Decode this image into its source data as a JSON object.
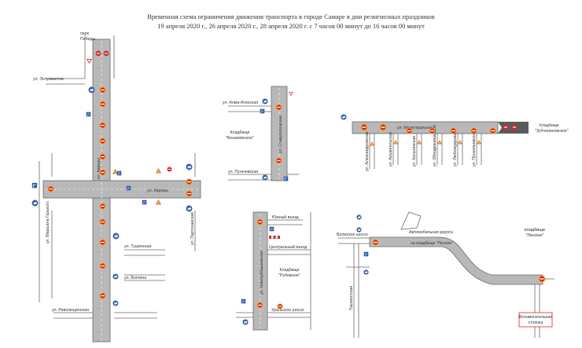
{
  "title": {
    "line1": "Временная схема ограничения движения транспорта в городе Самаре в дни религиозных праздников",
    "line2": "19 апреля 2020 г., 26 апреля 2020 г., 28 апреля 2020 г. с 7 часов 00 минут до 16 часов 00 минут"
  },
  "map1": {
    "park": "парк",
    "park2": "Победы",
    "entuziastov": "ул. Энтузиастов",
    "avrory_v": "ул. Авроры",
    "avrory_h": "ул. Авроры",
    "gorkogo": "ул. Маршала Горького",
    "partizanskaya": "ул. Партизанская",
    "tushinskaya": "ул. Тушинская",
    "volgina": "ул. Волгина",
    "revolyutsionnaya": "ул. Революционная"
  },
  "map2": {
    "alma_ata": "ул. Алма-Атинская",
    "stavropolskaya": "ул. Ставропольская",
    "cemetery_a": "Кладбище",
    "cemetery_b": "\"Безымянское\"",
    "pugacheva": "ул. Пугачевская"
  },
  "map3": {
    "magistralnaya": "ул. Магистральная",
    "cemetery_a": "Кладбище",
    "cemetery_b": "\"Зубчаниновское\"",
    "s1": "ул. Александровская",
    "s2": "ул. Архангельская",
    "s3": "ул. Косыгинская",
    "s4": "ул. Обнадеживающая",
    "s5": "ул. Любомудровая",
    "s6": "ул. Прокопьевская"
  },
  "map4": {
    "yuzhny": "Южный въезд",
    "tsentralny": "Центральный въезд",
    "novokuybyshevskoe": "ул. Новокуйбышевская",
    "cemetery_a": "Кладбище",
    "cemetery_b": "\"Рубежное\"",
    "uralskoe": "Уральское шоссе"
  },
  "map5": {
    "volzhskoe": "Волжское шоссе",
    "road_a": "Автомобильная дорога",
    "road_b": "на кладбище \"Лесное\"",
    "cemetery_a": "кладбище",
    "cemetery_b": "\"Лесное\"",
    "tashkent": "Ташкентская",
    "box_a": "Вспомогательная",
    "box_b": "стоянка"
  },
  "colors": {
    "road": "#b8b8b8",
    "road_edge": "#6a6a6a",
    "sign_red": "#d8262a",
    "sign_yellow": "#f2c21b",
    "sign_blue": "#2b5aa8",
    "dark_block": "#5a5a5a"
  }
}
